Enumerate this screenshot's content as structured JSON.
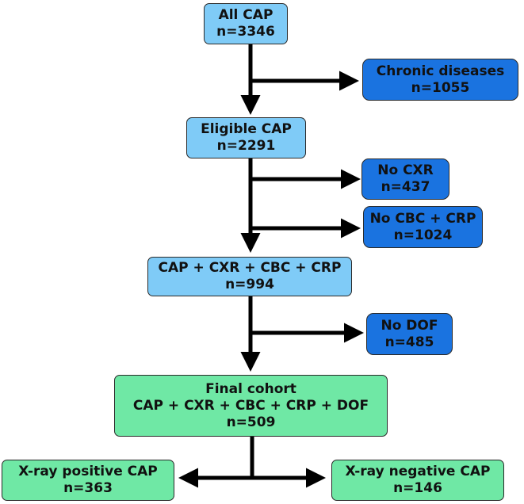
{
  "flowchart": {
    "all_cap": {
      "label": "All CAP",
      "count": "n=3346"
    },
    "chronic_diseases": {
      "label": "Chronic diseases",
      "count": "n=1055"
    },
    "eligible_cap": {
      "label": "Eligible CAP",
      "count": "n=2291"
    },
    "no_cxr": {
      "label": "No CXR",
      "count": "n=437"
    },
    "no_cbc_crp": {
      "label": "No CBC + CRP",
      "count": "n=1024"
    },
    "cap_cxr_cbc_crp": {
      "label": "CAP + CXR + CBC + CRP",
      "count": "n=994"
    },
    "no_dof": {
      "label": "No DOF",
      "count": "n=485"
    },
    "final_cohort": {
      "title": "Final cohort",
      "label": "CAP + CXR + CBC + CRP + DOF",
      "count": "n=509"
    },
    "xray_positive": {
      "label": "X-ray positive CAP",
      "count": "n=363"
    },
    "xray_negative": {
      "label": "X-ray negative CAP",
      "count": "n=146"
    }
  },
  "colors": {
    "included_box": "#7fcbf7",
    "excluded_box": "#1a73e0",
    "final_box": "#6fe8a5",
    "arrows": "#000000"
  }
}
